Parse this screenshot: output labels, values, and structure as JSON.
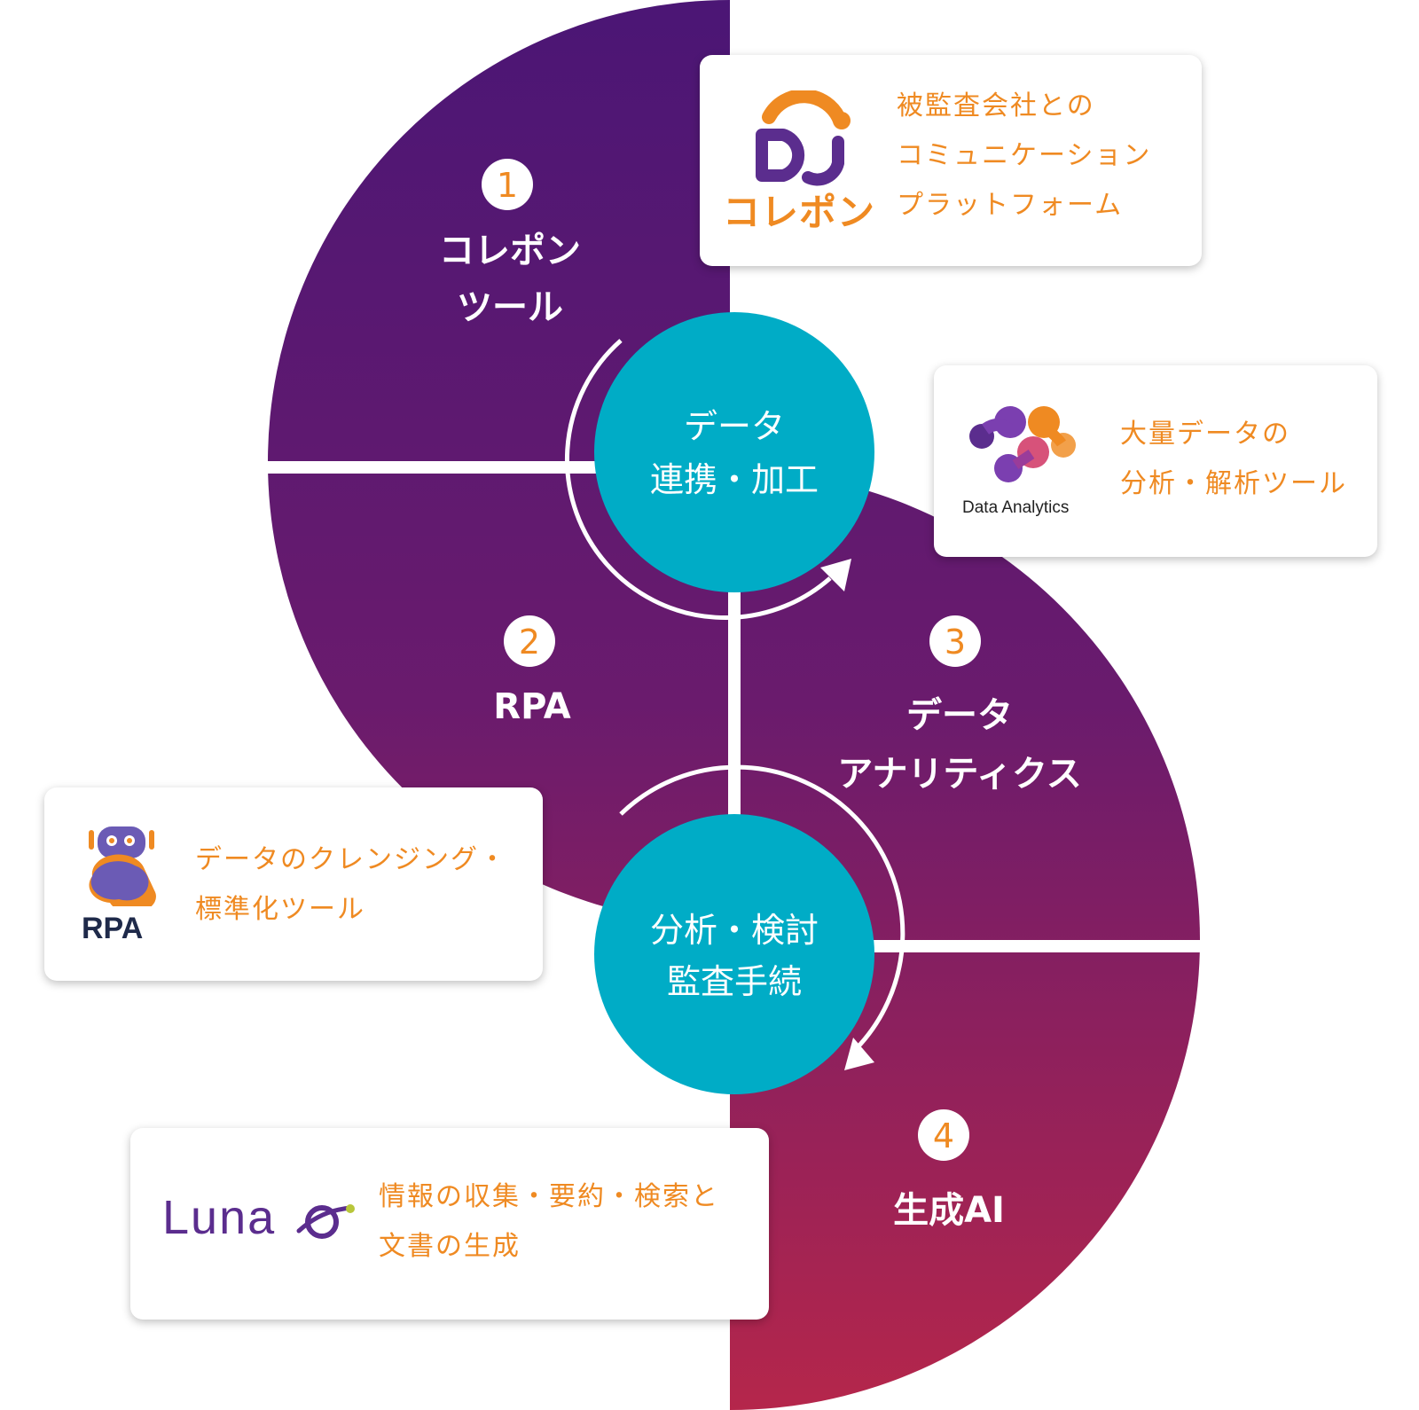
{
  "hubs": [
    {
      "lines": [
        "データ",
        "連携・加工"
      ]
    },
    {
      "lines": [
        "分析・検討",
        "監査手続"
      ]
    }
  ],
  "segments": [
    {
      "number": "1",
      "lines": [
        "コレポン",
        "ツール"
      ]
    },
    {
      "number": "2",
      "lines": [
        "RPA"
      ]
    },
    {
      "number": "3",
      "lines": [
        "データ",
        "アナリティクス"
      ]
    },
    {
      "number": "4",
      "lines": [
        "生成AI"
      ]
    }
  ],
  "cards": [
    {
      "logo_name": "correpon-logo",
      "logo_text": "コレポン",
      "lines": [
        "被監査会社との",
        "コミュニケーション",
        "プラットフォーム"
      ]
    },
    {
      "logo_name": "data-analytics-logo",
      "logo_text": "Data Analytics",
      "lines": [
        "大量データの",
        "分析・解析ツール"
      ]
    },
    {
      "logo_name": "rpa-robot-logo",
      "logo_text": "RPA",
      "lines": [
        "データのクレンジング・",
        "標準化ツール"
      ]
    },
    {
      "logo_name": "luna-logo",
      "logo_text": "Luna",
      "lines": [
        "情報の収集・要約・検索と",
        "文書の生成"
      ]
    }
  ],
  "colors": {
    "purple_top": "#4b1675",
    "purple_mid": "#6a1b6d",
    "magenta_bottom": "#b5264b",
    "hub": "#00acc6",
    "orange": "#ef8a22",
    "luna_purple": "#5b2d8e",
    "rpa_navy": "#1f2a4a"
  },
  "icons": [
    "cycle-arrow-top-icon",
    "cycle-arrow-bottom-icon",
    "robot-icon",
    "planet-icon"
  ]
}
